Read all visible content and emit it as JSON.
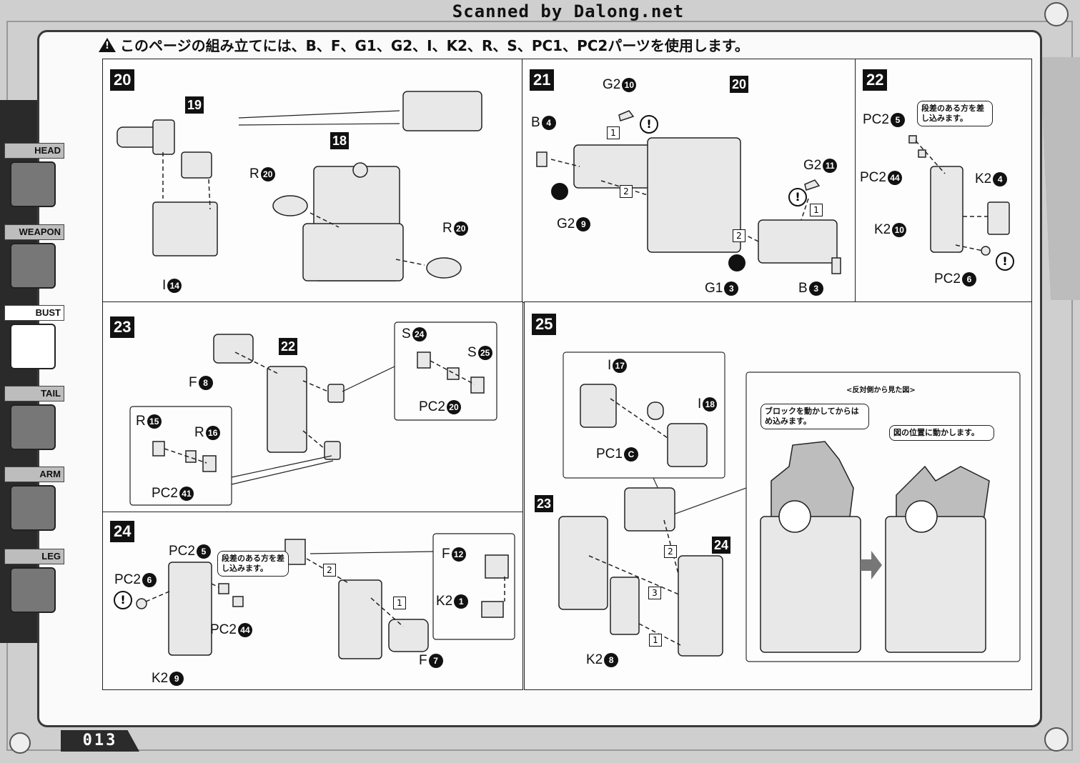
{
  "header": {
    "scan_credit": "Scanned by Dalong.net"
  },
  "notice": "このページの組み立てには、B、F、G1、G2、I、K2、R、S、PC1、PC2パーツを使用します。",
  "sidebar": {
    "tabs": [
      {
        "label": "HEAD",
        "active": false
      },
      {
        "label": "WEAPON",
        "active": false
      },
      {
        "label": "BUST",
        "active": true
      },
      {
        "label": "TAIL",
        "active": false
      },
      {
        "label": "ARM",
        "active": false
      },
      {
        "label": "LEG",
        "active": false
      }
    ]
  },
  "steps": {
    "s20": {
      "num": "20",
      "refs": [
        "19",
        "18"
      ],
      "parts": {
        "r_a": "R",
        "r_a_n": "20",
        "r_b": "R",
        "r_b_n": "20",
        "i": "I",
        "i_n": "14"
      }
    },
    "s21": {
      "num": "21",
      "ref": "20",
      "parts": {
        "g2a": "G2",
        "g2a_n": "10",
        "b4": "B",
        "b4_n": "4",
        "g2b": "G2",
        "g2b_n": "11",
        "g2c": "G2",
        "g2c_n": "9",
        "g1": "G1",
        "g1_n": "3",
        "b3": "B",
        "b3_n": "3"
      }
    },
    "s22": {
      "num": "22",
      "note": "段差のある方を差し込みます。",
      "parts": {
        "pc2a": "PC2",
        "pc2a_n": "5",
        "pc2b": "PC2",
        "pc2b_n": "44",
        "k2a": "K2",
        "k2a_n": "4",
        "k2b": "K2",
        "k2b_n": "10",
        "pc2c": "PC2",
        "pc2c_n": "6"
      }
    },
    "s23": {
      "num": "23",
      "ref": "22",
      "parts": {
        "f": "F",
        "f_n": "8",
        "s1": "S",
        "s1_n": "24",
        "s2": "S",
        "s2_n": "25",
        "pc2a": "PC2",
        "pc2a_n": "20",
        "r1": "R",
        "r1_n": "15",
        "r2": "R",
        "r2_n": "16",
        "pc2b": "PC2",
        "pc2b_n": "41"
      }
    },
    "s24": {
      "num": "24",
      "note": "段差のある方を差し込みます。",
      "parts": {
        "pc2a": "PC2",
        "pc2a_n": "5",
        "pc2b": "PC2",
        "pc2b_n": "6",
        "pc2c": "PC2",
        "pc2c_n": "44",
        "k2a": "K2",
        "k2a_n": "9",
        "f1": "F",
        "f1_n": "12",
        "k2b": "K2",
        "k2b_n": "1",
        "f2": "F",
        "f2_n": "7"
      }
    },
    "s25": {
      "num": "25",
      "refs": [
        "23",
        "24"
      ],
      "caption": "<反対側から見た図>",
      "note1": "ブロックを動かしてからはめ込みます。",
      "note2": "図の位置に動かします。",
      "parts": {
        "i1": "I",
        "i1_n": "17",
        "i2": "I",
        "i2_n": "18",
        "pc1": "PC1",
        "pc1_n": "C",
        "k2": "K2",
        "k2_n": "8"
      }
    }
  },
  "page_number": "013"
}
